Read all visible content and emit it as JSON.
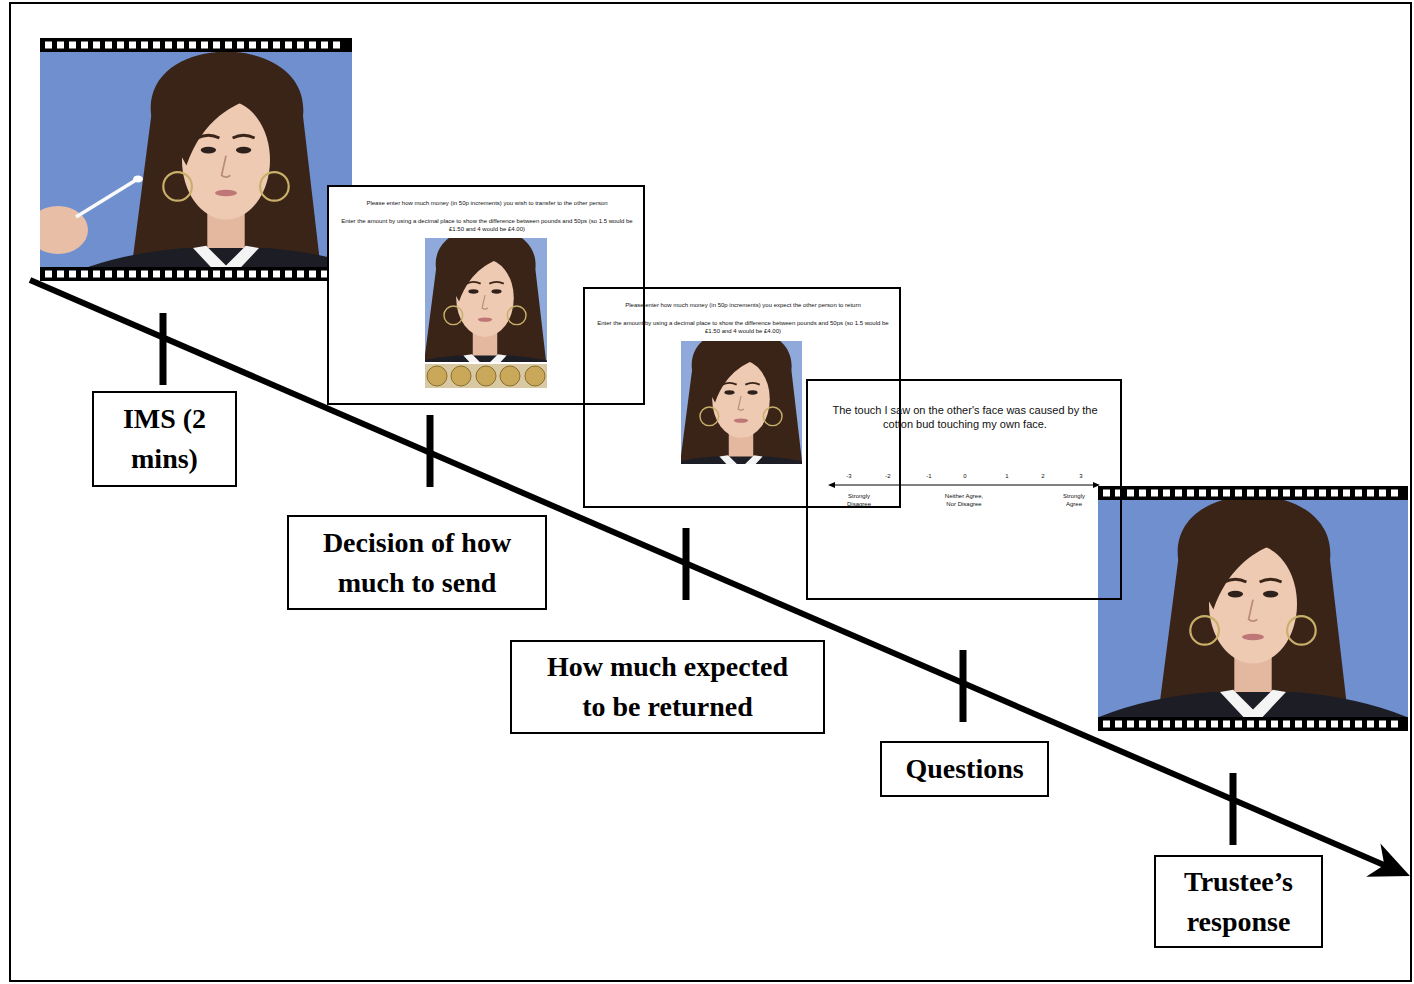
{
  "diagram": {
    "nodes": [
      {
        "text": [
          "IMS (2 mins)"
        ]
      },
      {
        "text": [
          "Please enter how much money (in 50p increments) you wish to transfer to the other person",
          "Enter the amount by using a decimal place to show the difference between pounds and 50ps (so 1.5 would be £1.50 and 4 would be £4.00)"
        ]
      },
      {
        "text": [
          "Decision of how much to send"
        ]
      },
      {
        "text": [
          "Please enter how much money (in 50p increments) you expect the other person to return",
          "Enter the amount by using a decimal place to show the difference between pounds and 50ps (so 1.5 would be £1.50 and 4 would be £4.00)"
        ]
      },
      {
        "text": [
          "How much expected to be returned"
        ]
      },
      {
        "text": [
          "The touch I saw on the other's face was caused by the cotton bud touching my own face.",
          "-3",
          "-2",
          "-1",
          "0",
          "1",
          "2",
          "3",
          "Strongly Disagree",
          "Neither Agree, Nor Disagree",
          "Strongly Agree"
        ]
      },
      {
        "text": [
          "Questions"
        ]
      },
      {
        "text": [
          "Trustee’s response"
        ]
      }
    ]
  }
}
